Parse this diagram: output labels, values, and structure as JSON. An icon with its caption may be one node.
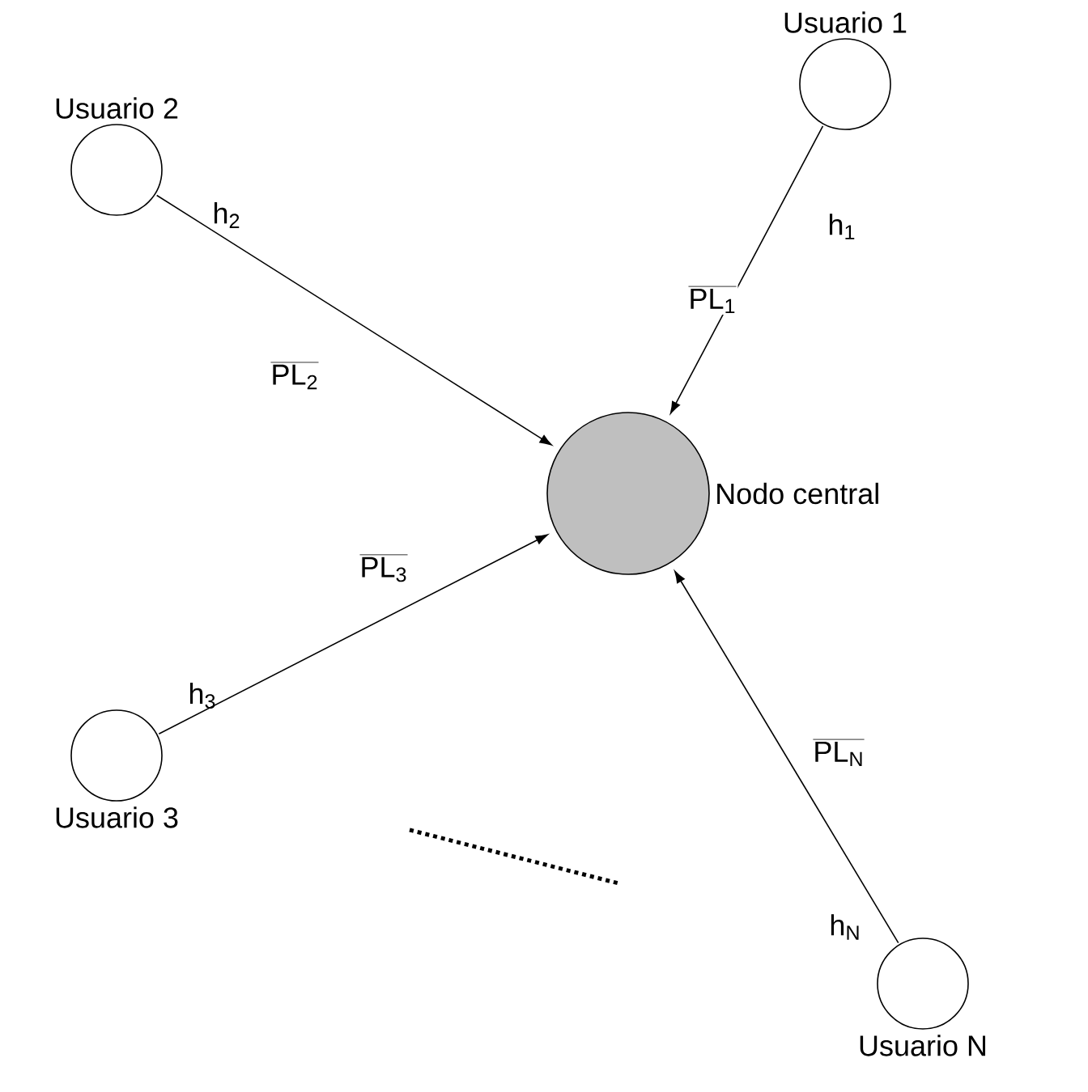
{
  "diagram": {
    "nodes": [
      {
        "text": [
          "Usuario 1"
        ]
      },
      {
        "text": [
          "Usuario 2"
        ]
      },
      {
        "text": [
          "Nodo central"
        ]
      },
      {
        "text": [
          "Usuario 3"
        ]
      },
      {
        "text": [
          "Usuario N"
        ]
      }
    ],
    "edges": [
      {
        "from": 0,
        "to": 2,
        "arrow": "to",
        "label": "PL$_{1}$"
      },
      {
        "from": 1,
        "to": 2,
        "arrow": "to",
        "label": "PL$_{2}$"
      },
      {
        "from": 3,
        "to": 2,
        "arrow": "to",
        "label": "PL$_{3}$"
      },
      {
        "from": 4,
        "to": 2,
        "arrow": "to",
        "label": "PL$_{N}$"
      }
    ],
    "labels": [
      "h$_{2}$",
      "h$_{1}$",
      "h$_{3}$",
      "h$_{N}$"
    ]
  }
}
